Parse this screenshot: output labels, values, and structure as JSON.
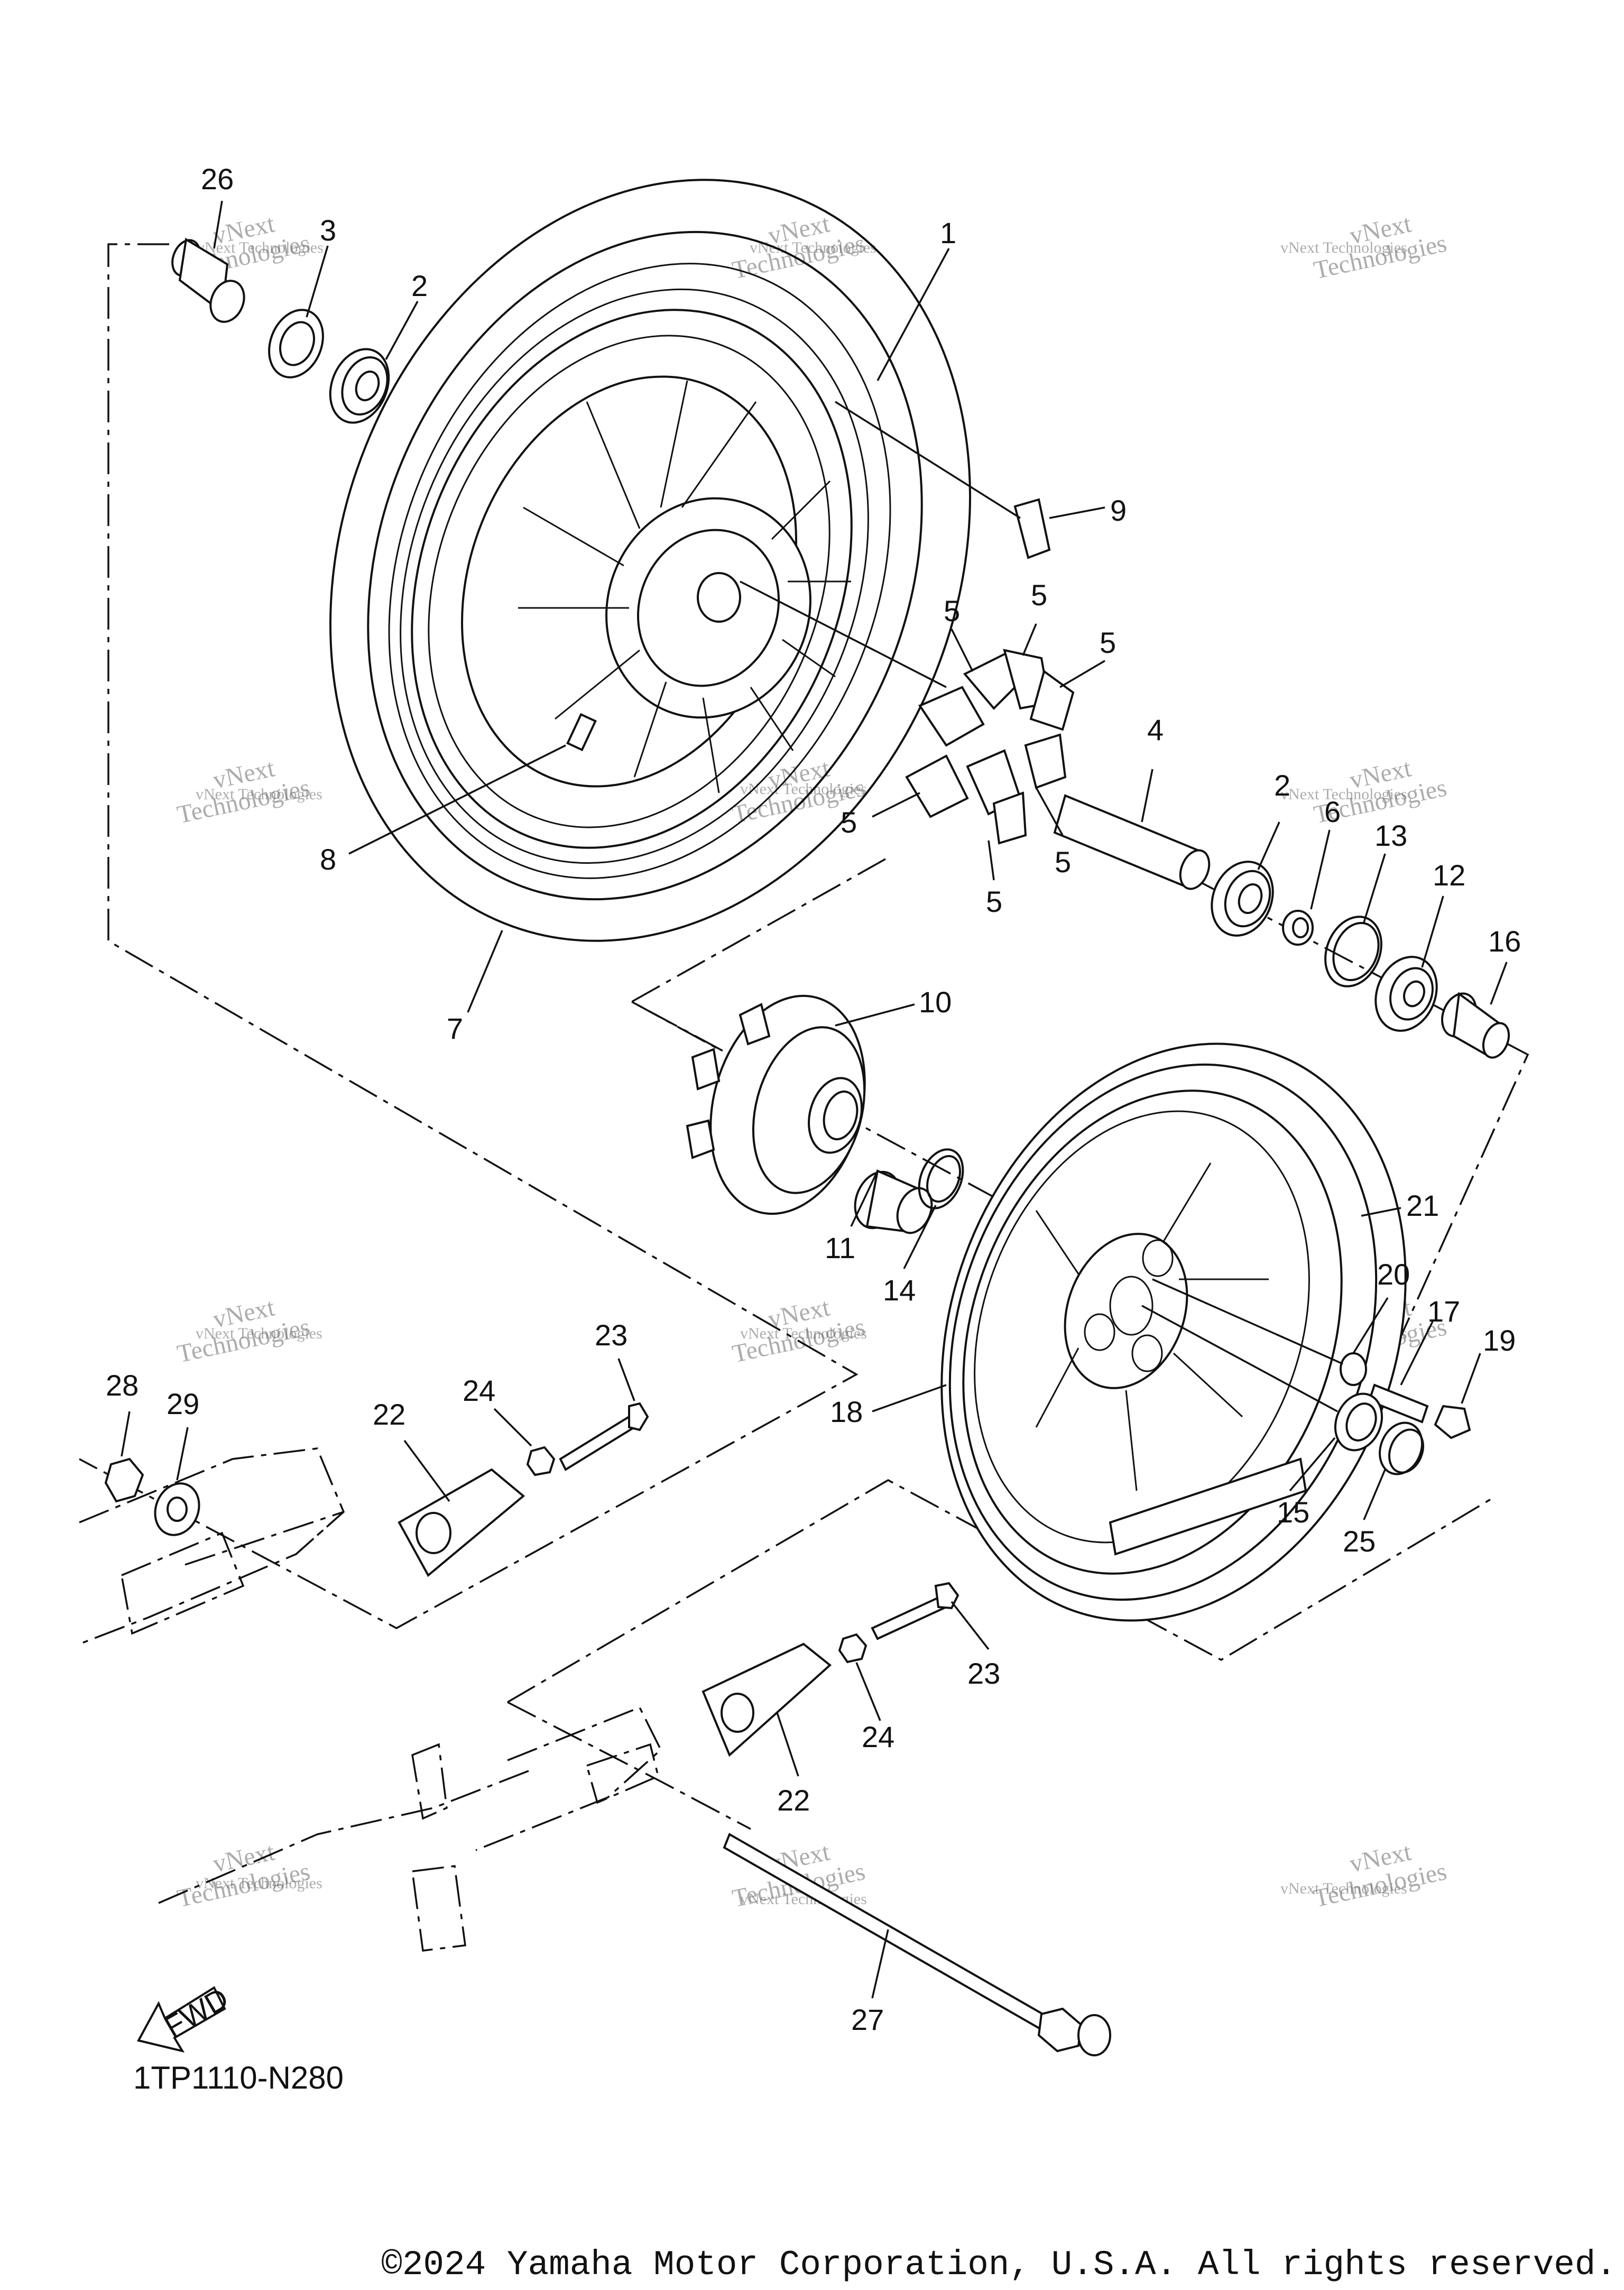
{
  "diagram": {
    "code": "1TP1110-N280",
    "copyright": "©2024 Yamaha Motor Corporation, U.S.A. All rights reserved.",
    "watermark": [
      "vNext",
      "Technologies",
      "vNext Technologies"
    ],
    "fwd_label": "FWD"
  },
  "callouts": [
    {
      "id": "c26",
      "text": "26"
    },
    {
      "id": "c3",
      "text": "3"
    },
    {
      "id": "c2a",
      "text": "2"
    },
    {
      "id": "c1",
      "text": "1"
    },
    {
      "id": "c9",
      "text": "9"
    },
    {
      "id": "c5a",
      "text": "5"
    },
    {
      "id": "c5b",
      "text": "5"
    },
    {
      "id": "c5c",
      "text": "5"
    },
    {
      "id": "c5d",
      "text": "5"
    },
    {
      "id": "c5e",
      "text": "5"
    },
    {
      "id": "c5f",
      "text": "5"
    },
    {
      "id": "c4",
      "text": "4"
    },
    {
      "id": "c2b",
      "text": "2"
    },
    {
      "id": "c6",
      "text": "6"
    },
    {
      "id": "c13",
      "text": "13"
    },
    {
      "id": "c12",
      "text": "12"
    },
    {
      "id": "c16",
      "text": "16"
    },
    {
      "id": "c8",
      "text": "8"
    },
    {
      "id": "c7",
      "text": "7"
    },
    {
      "id": "c10",
      "text": "10"
    },
    {
      "id": "c11",
      "text": "11"
    },
    {
      "id": "c14",
      "text": "14"
    },
    {
      "id": "c21",
      "text": "21"
    },
    {
      "id": "c20",
      "text": "20"
    },
    {
      "id": "c17",
      "text": "17"
    },
    {
      "id": "c19",
      "text": "19"
    },
    {
      "id": "c18",
      "text": "18"
    },
    {
      "id": "c15",
      "text": "15"
    },
    {
      "id": "c25",
      "text": "25"
    },
    {
      "id": "c28",
      "text": "28"
    },
    {
      "id": "c29",
      "text": "29"
    },
    {
      "id": "c22a",
      "text": "22"
    },
    {
      "id": "c24a",
      "text": "24"
    },
    {
      "id": "c23a",
      "text": "23"
    },
    {
      "id": "c23b",
      "text": "23"
    },
    {
      "id": "c24b",
      "text": "24"
    },
    {
      "id": "c22b",
      "text": "22"
    },
    {
      "id": "c27",
      "text": "27"
    }
  ]
}
